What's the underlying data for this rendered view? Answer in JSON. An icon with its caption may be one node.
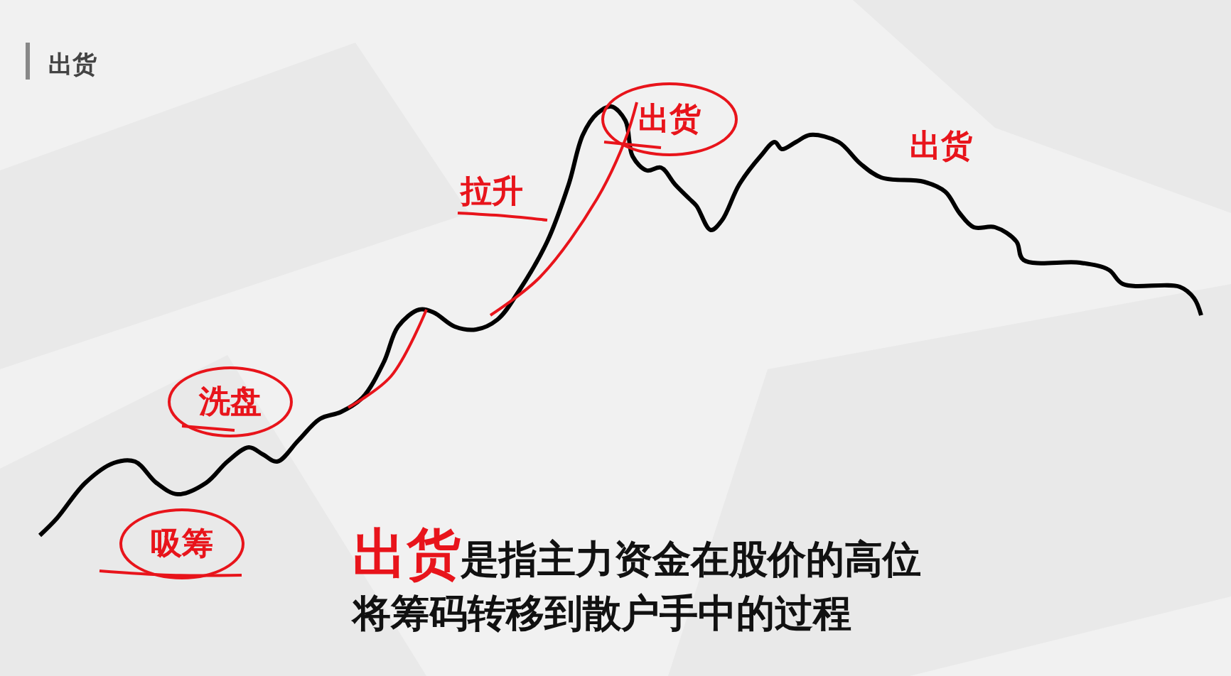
{
  "diagram": {
    "title": "出货",
    "nodes": [
      {
        "text": [
          "出货"
        ]
      },
      {
        "text": [
          "洗盘"
        ]
      },
      {
        "text": [
          "吸筹"
        ]
      }
    ],
    "labels": [
      "拉升",
      "出货",
      "出货",
      "是指主力资金在股价的高位将筹码转移到散户手中的过程"
    ]
  }
}
